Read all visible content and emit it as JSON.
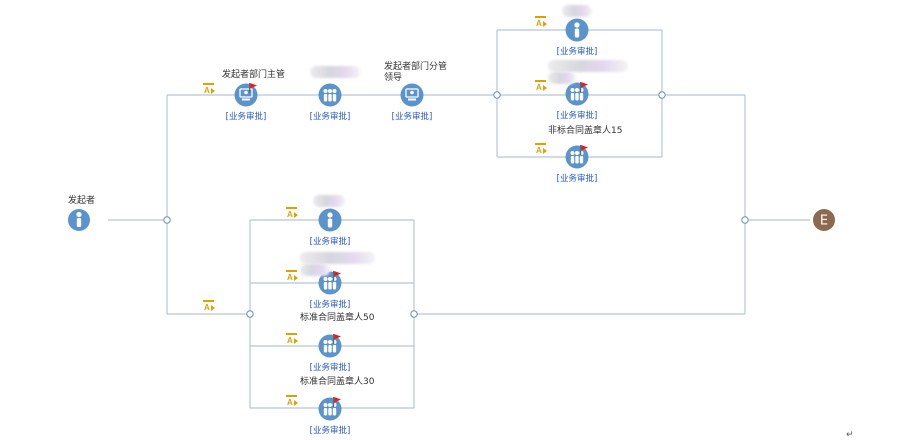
{
  "start": {
    "label": "发起者"
  },
  "end": {
    "label": "E"
  },
  "approval_tag": "[业务审批]",
  "nodes": [
    {
      "id": "n1",
      "name": "发起者部门主管",
      "icon": "monitor-user-icon",
      "flag": true
    },
    {
      "id": "n2",
      "name": "",
      "icon": "group-icon",
      "flag": false
    },
    {
      "id": "n3",
      "name": "发起者部门分管领导",
      "icon": "monitor-user-icon",
      "flag": false
    },
    {
      "id": "n4",
      "name": "",
      "icon": "person-icon",
      "flag": false
    },
    {
      "id": "n5",
      "name": "",
      "icon": "group-icon",
      "flag": true
    },
    {
      "id": "n6",
      "name": "非标合同盖章人15",
      "icon": "group-icon",
      "flag": true
    },
    {
      "id": "n7",
      "name": "",
      "icon": "person-icon",
      "flag": false
    },
    {
      "id": "n8",
      "name": "",
      "icon": "group-icon",
      "flag": true
    },
    {
      "id": "n9",
      "name": "标准合同盖章人50",
      "icon": "group-icon",
      "flag": true
    },
    {
      "id": "n10",
      "name": "标准合同盖章人30",
      "icon": "group-icon",
      "flag": true
    }
  ],
  "colors": {
    "node": "#5b93cc",
    "line": "#b8c4d4",
    "end": "#8b6a4f",
    "rule": "#e0a000",
    "flag": "#e02020",
    "tag": "#2255c4"
  }
}
